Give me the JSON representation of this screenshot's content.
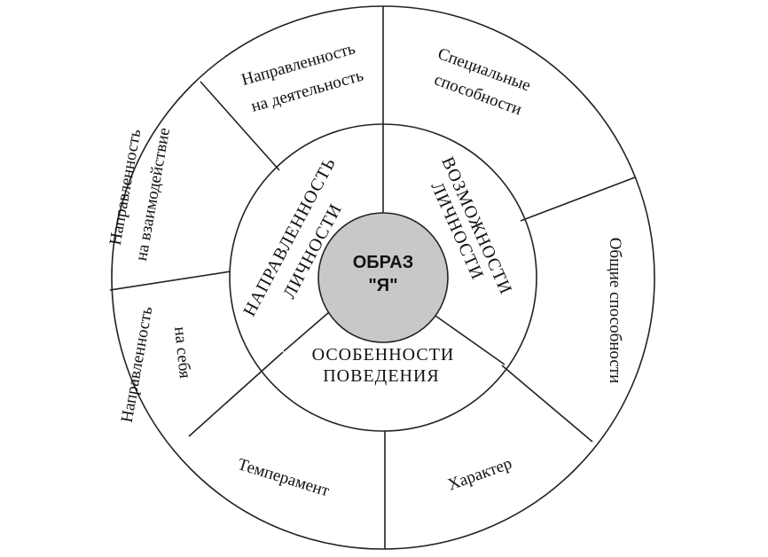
{
  "center": {
    "line1": "ОБРАЗ",
    "line2": "\"Я\"",
    "fill": "#c8c8c8"
  },
  "ring": {
    "orientation": {
      "line1": "НАПРАВЛЕННОСТЬ",
      "line2": "ЛИЧНОСТИ"
    },
    "abilities": {
      "line1": "ВОЗМОЖНОСТИ",
      "line2": "ЛИЧНОСТИ"
    },
    "behavior": {
      "line1": "ОСОБЕННОСТИ",
      "line2": "ПОВЕДЕНИЯ"
    }
  },
  "outer": {
    "activity": {
      "line1": "Направленность",
      "line2": "на деятельность"
    },
    "special": {
      "line1": "Специальные",
      "line2": "способности"
    },
    "general": {
      "line1": "Общие способности"
    },
    "character": {
      "line1": "Характер"
    },
    "temperament": {
      "line1": "Темперамент"
    },
    "self": {
      "line1": "Направленность",
      "line2": "на себя"
    },
    "interaction": {
      "line1": "Направленность",
      "line2": "на взаимодействие"
    }
  }
}
